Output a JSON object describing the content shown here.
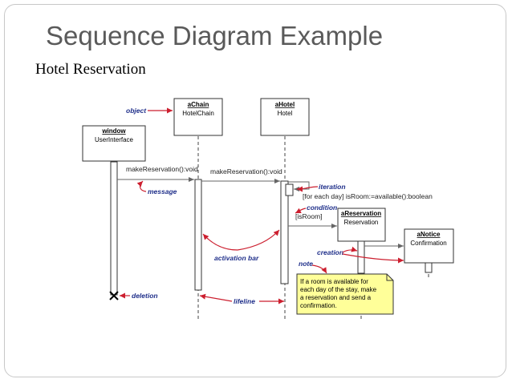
{
  "title": "Sequence Diagram Example",
  "subtitle": "Hotel Reservation",
  "objects": {
    "achain": {
      "name": "aChain",
      "class": "HotelChain"
    },
    "ahotel": {
      "name": "aHotel",
      "class": "Hotel"
    },
    "window": {
      "name": "window",
      "class": "UserInterface"
    },
    "areservation": {
      "name": "aReservation",
      "class": "Reservation"
    },
    "anotice": {
      "name": "aNotice",
      "class": "Confirmation"
    }
  },
  "messages": {
    "m1": "makeReservation():void",
    "m2": "makeReservation():void",
    "iteration_guard": "[for each day] isRoom:=available():boolean",
    "condition_guard": "[isRoom]"
  },
  "annotations": {
    "object": "object",
    "message": "message",
    "iteration": "iteration",
    "condition": "condition",
    "creation": "creation",
    "note": "note",
    "activation_bar": "activation bar",
    "lifeline": "lifeline",
    "deletion": "deletion"
  },
  "note_lines": [
    "If a room is available for",
    "each day of the stay, make",
    "a reservation and send a",
    "confirmation."
  ],
  "colors": {
    "annotation_text": "#1f2f8a",
    "annotation_arrow": "#cc1f2f",
    "note_fill": "#ffff99",
    "title_text": "#5a5a5a"
  }
}
